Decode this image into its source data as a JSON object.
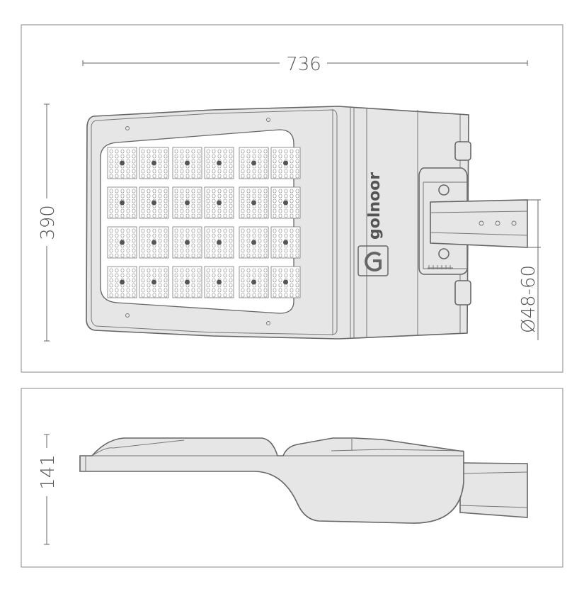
{
  "top_view": {
    "length_label": "736",
    "width_label": "390",
    "pole_diameter_label": "Ø48-60",
    "brand": "golnoor",
    "led_modules": {
      "rows": 4,
      "columns": 6
    }
  },
  "side_view": {
    "height_label": "141"
  },
  "colors": {
    "body": "#e6e6e7",
    "outline": "#666666",
    "led": "#555555"
  }
}
